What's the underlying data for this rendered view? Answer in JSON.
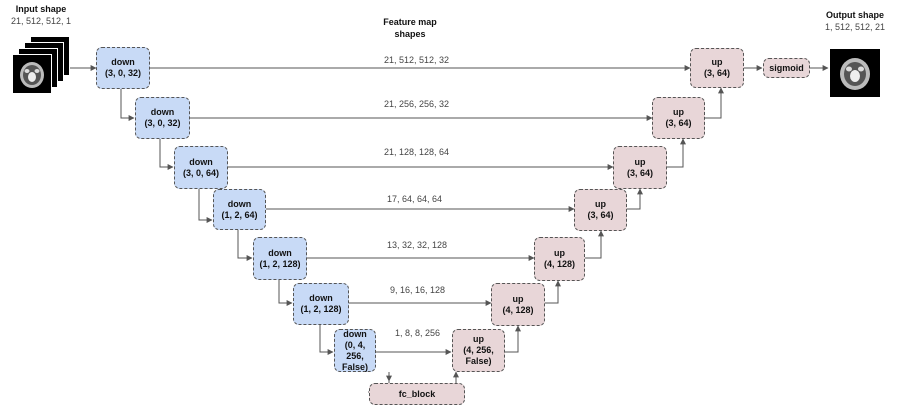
{
  "header": {
    "input_title": "Input shape",
    "input_shape": "21, 512, 512, 1",
    "feature_title_line1": "Feature map",
    "feature_title_line2": "shapes",
    "output_title": "Output shape",
    "output_shape": "1, 512, 512, 21"
  },
  "down_blocks": [
    {
      "label": "down",
      "params": "(3, 0, 32)"
    },
    {
      "label": "down",
      "params": "(3, 0, 32)"
    },
    {
      "label": "down",
      "params": "(3, 0, 64)"
    },
    {
      "label": "down",
      "params": "(1, 2, 64)"
    },
    {
      "label": "down",
      "params": "(1, 2, 128)"
    },
    {
      "label": "down",
      "params": "(1, 2, 128)"
    },
    {
      "label": "down",
      "params": "(0, 4, 256,",
      "params2": "False)"
    }
  ],
  "up_blocks": [
    {
      "label": "up",
      "params": "(3, 64)"
    },
    {
      "label": "up",
      "params": "(3, 64)"
    },
    {
      "label": "up",
      "params": "(3, 64)"
    },
    {
      "label": "up",
      "params": "(3, 64)"
    },
    {
      "label": "up",
      "params": "(4, 128)"
    },
    {
      "label": "up",
      "params": "(4, 128)"
    },
    {
      "label": "up",
      "params": "(4, 256,",
      "params2": "False)"
    }
  ],
  "feature_shapes": [
    "21, 512, 512, 32",
    "21, 256, 256, 32",
    "21, 128,  128, 64",
    "17,  64,  64, 64",
    "13, 32, 32, 128",
    "9, 16, 16, 128",
    "1, 8, 8, 256"
  ],
  "sigmoid_label": "sigmoid",
  "fc_block_label": "fc_block",
  "colors": {
    "down_fill": "#c8daf6",
    "up_fill": "#e8d6d8",
    "border": "#555555",
    "arrow": "#555555"
  },
  "images": {
    "input_stack": "ct-scan-stack-image",
    "output": "ct-scan-image"
  }
}
